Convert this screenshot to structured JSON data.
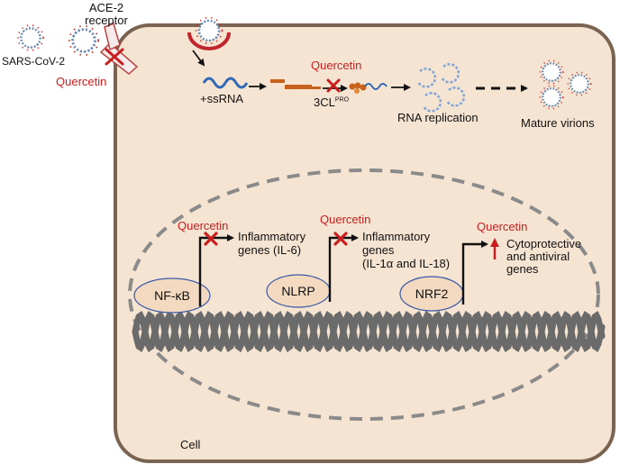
{
  "virus": {
    "name": "SARS-CoV-2",
    "receptor_line1": "ACE-2",
    "receptor_line2": "receptor",
    "inhibitor": "Quercetin"
  },
  "replication": {
    "genome": "+ssRNA",
    "inhibitor": "Quercetin",
    "protease": "3CL",
    "protease_sup": "PRO",
    "step_replication": "RNA replication",
    "step_mature": "Mature virions"
  },
  "nucleus": {
    "factors": [
      {
        "name": "NF-κB",
        "inhibitor": "Quercetin",
        "effect": "inhibit",
        "target_lines": [
          "Inflammatory",
          "genes (IL-6)"
        ]
      },
      {
        "name": "NLRP",
        "inhibitor": "Quercetin",
        "effect": "inhibit",
        "target_lines": [
          "Inflammatory",
          "genes",
          "(IL-1α and IL-18)"
        ]
      },
      {
        "name": "NRF2",
        "inhibitor": "Quercetin",
        "effect": "upregulate",
        "target_lines": [
          "Cytoprotective",
          "and antiviral",
          "genes"
        ]
      }
    ]
  },
  "cell": {
    "label": "Cell"
  },
  "colors": {
    "cell_fill": "#f6e4d3",
    "cell_border": "#7a6351",
    "quercetin_red": "#c81e1e",
    "factor_fill": "#f2d9bf",
    "factor_border": "#3a5aa6",
    "dna": "#6b6b6b",
    "rna_blue": "#2f68b5",
    "protein_orange": "#c8621b"
  }
}
